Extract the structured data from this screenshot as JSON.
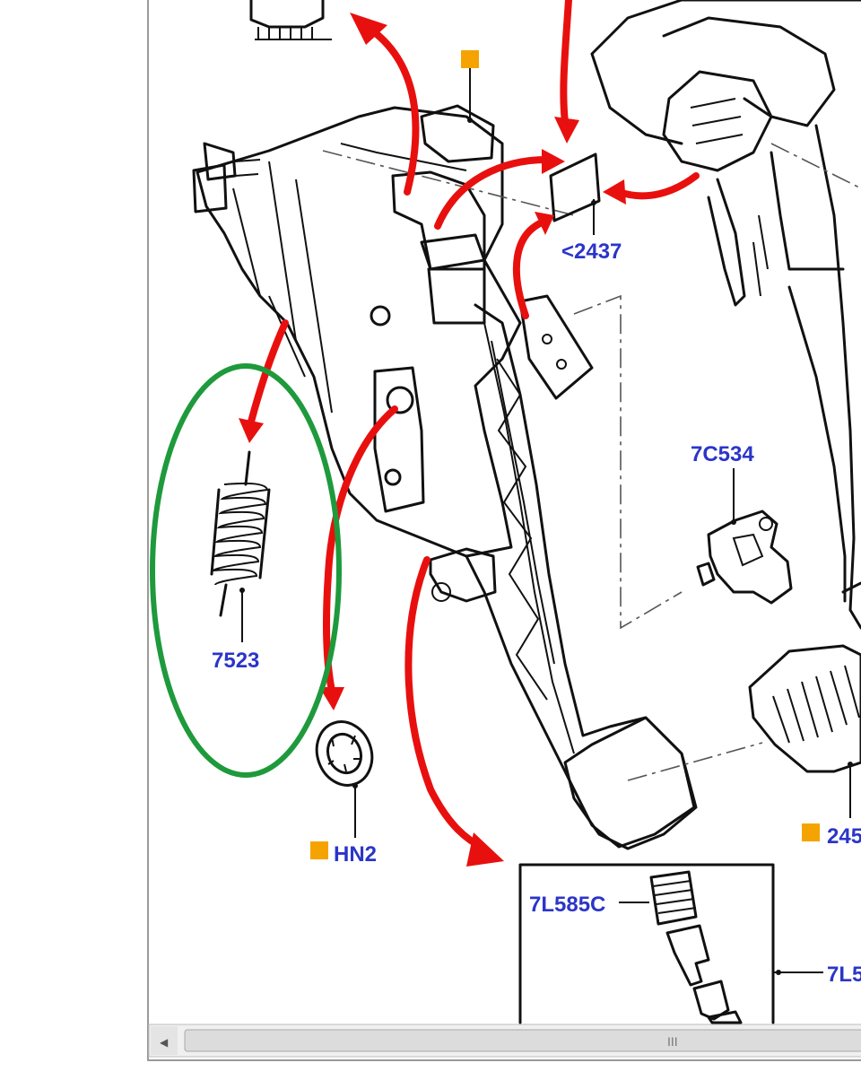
{
  "diagram": {
    "labels": {
      "spring": "7523",
      "bracket_ref": "<2437",
      "switch": "7C534",
      "nut": "HN2",
      "pad": "245",
      "inset_part": "7L585C",
      "inset_assembly": "7L5"
    },
    "colors": {
      "label": "#2b35c9",
      "arrow": "#e8100e",
      "highlight_ellipse": "#1e9a3c",
      "marker": "#f5a300",
      "line": "#111111"
    }
  },
  "scrollbar": {
    "left_arrow": "◀",
    "grip": "III"
  }
}
